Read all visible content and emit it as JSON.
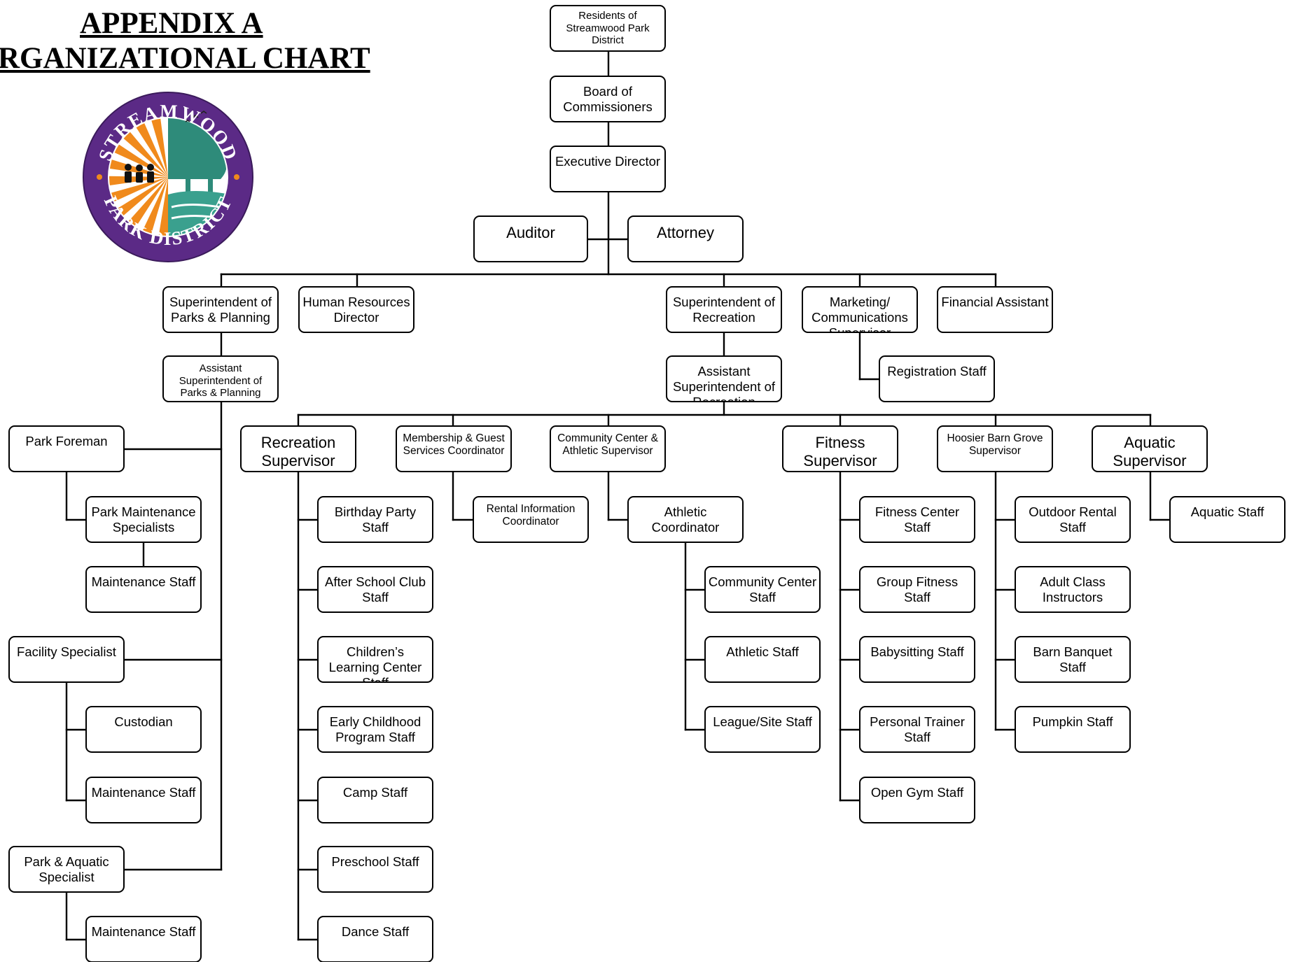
{
  "title": {
    "line1": "APPENDIX A",
    "line2": "RGANIZATIONAL CHART"
  },
  "logo": {
    "text_top": "STREAMWOOD",
    "text_bottom": "PARK DISTRICT",
    "colors": {
      "ring": "#5b2a86",
      "rays": "#f08a1c",
      "tree": "#2e8b7a",
      "water": "#3aa08e"
    }
  },
  "line_color": "#000000",
  "org_chart": {
    "nodes": {
      "residents": [
        "Residents of",
        "Streamwood Park",
        "District"
      ],
      "board": [
        "Board of",
        "Commissioners"
      ],
      "exec": [
        "Executive Director"
      ],
      "auditor": [
        "Auditor"
      ],
      "attorney": [
        "Attorney"
      ],
      "sup_parks": [
        "Superintendent of",
        "Parks & Planning"
      ],
      "hr": [
        "Human Resources",
        "Director"
      ],
      "sup_rec": [
        "Superintendent of",
        "Recreation"
      ],
      "marketing": [
        "Marketing/",
        "Communications",
        "Supervisor"
      ],
      "fin": [
        "Financial Assistant"
      ],
      "asst_parks": [
        "Assistant",
        "Superintendent of",
        "Parks & Planning"
      ],
      "asst_rec": [
        "Assistant",
        "Superintendent of",
        "Recreation"
      ],
      "reg_staff": [
        "Registration Staff"
      ],
      "park_foreman": [
        "Park Foreman"
      ],
      "park_maint_spec": [
        "Park Maintenance",
        "Specialists"
      ],
      "maint_staff_1": [
        "Maintenance Staff"
      ],
      "facility_spec": [
        "Facility Specialist"
      ],
      "custodian": [
        "Custodian"
      ],
      "maint_staff_2": [
        "Maintenance Staff"
      ],
      "park_aquatic_spec": [
        "Park & Aquatic",
        "Specialist"
      ],
      "maint_staff_3": [
        "Maintenance Staff"
      ],
      "rec_sup": [
        "Recreation",
        "Supervisor"
      ],
      "membership": [
        "Membership & Guest",
        "Services Coordinator"
      ],
      "cc_athletic": [
        "Community Center &",
        "Athletic Supervisor"
      ],
      "fitness_sup": [
        "Fitness",
        "Supervisor"
      ],
      "hoosier": [
        "Hoosier Barn Grove",
        "Supervisor"
      ],
      "aquatic_sup": [
        "Aquatic",
        "Supervisor"
      ],
      "birthday": [
        "Birthday Party",
        "Staff"
      ],
      "after_school": [
        "After School Club",
        "Staff"
      ],
      "childrens": [
        "Children’s",
        "Learning Center",
        "Staff"
      ],
      "early_childhood": [
        "Early Childhood",
        "Program Staff"
      ],
      "camp": [
        "Camp Staff"
      ],
      "preschool": [
        "Preschool Staff"
      ],
      "dance": [
        "Dance Staff"
      ],
      "rental_info": [
        "Rental Information",
        "Coordinator"
      ],
      "athletic_coord": [
        "Athletic",
        "Coordinator"
      ],
      "cc_staff": [
        "Community Center",
        "Staff"
      ],
      "athletic_staff": [
        "Athletic Staff"
      ],
      "league": [
        "League/Site Staff"
      ],
      "fitness_center": [
        "Fitness Center",
        "Staff"
      ],
      "group_fitness": [
        "Group Fitness",
        "Staff"
      ],
      "babysitting": [
        "Babysitting Staff"
      ],
      "personal_trainer": [
        "Personal Trainer",
        "Staff"
      ],
      "open_gym": [
        "Open Gym Staff"
      ],
      "outdoor_rental": [
        "Outdoor Rental",
        "Staff"
      ],
      "adult_class": [
        "Adult Class",
        "Instructors"
      ],
      "barn_banquet": [
        "Barn Banquet",
        "Staff"
      ],
      "pumpkin": [
        "Pumpkin Staff"
      ],
      "aquatic_staff": [
        "Aquatic Staff"
      ]
    },
    "edges": [
      [
        "residents",
        "board"
      ],
      [
        "board",
        "exec"
      ],
      [
        "exec",
        "auditor"
      ],
      [
        "exec",
        "attorney"
      ],
      [
        "exec",
        "sup_parks"
      ],
      [
        "exec",
        "hr"
      ],
      [
        "exec",
        "sup_rec"
      ],
      [
        "exec",
        "marketing"
      ],
      [
        "exec",
        "fin"
      ],
      [
        "sup_parks",
        "asst_parks"
      ],
      [
        "sup_rec",
        "asst_rec"
      ],
      [
        "marketing",
        "reg_staff"
      ],
      [
        "asst_parks",
        "park_foreman"
      ],
      [
        "asst_parks",
        "facility_spec"
      ],
      [
        "asst_parks",
        "park_aquatic_spec"
      ],
      [
        "park_foreman",
        "park_maint_spec"
      ],
      [
        "park_maint_spec",
        "maint_staff_1"
      ],
      [
        "facility_spec",
        "custodian"
      ],
      [
        "facility_spec",
        "maint_staff_2"
      ],
      [
        "park_aquatic_spec",
        "maint_staff_3"
      ],
      [
        "asst_rec",
        "rec_sup"
      ],
      [
        "asst_rec",
        "membership"
      ],
      [
        "asst_rec",
        "cc_athletic"
      ],
      [
        "asst_rec",
        "fitness_sup"
      ],
      [
        "asst_rec",
        "hoosier"
      ],
      [
        "asst_rec",
        "aquatic_sup"
      ],
      [
        "rec_sup",
        "birthday"
      ],
      [
        "rec_sup",
        "after_school"
      ],
      [
        "rec_sup",
        "childrens"
      ],
      [
        "rec_sup",
        "early_childhood"
      ],
      [
        "rec_sup",
        "camp"
      ],
      [
        "rec_sup",
        "preschool"
      ],
      [
        "rec_sup",
        "dance"
      ],
      [
        "membership",
        "rental_info"
      ],
      [
        "cc_athletic",
        "athletic_coord"
      ],
      [
        "athletic_coord",
        "cc_staff"
      ],
      [
        "athletic_coord",
        "athletic_staff"
      ],
      [
        "athletic_coord",
        "league"
      ],
      [
        "fitness_sup",
        "fitness_center"
      ],
      [
        "fitness_sup",
        "group_fitness"
      ],
      [
        "fitness_sup",
        "babysitting"
      ],
      [
        "fitness_sup",
        "personal_trainer"
      ],
      [
        "fitness_sup",
        "open_gym"
      ],
      [
        "hoosier",
        "outdoor_rental"
      ],
      [
        "hoosier",
        "adult_class"
      ],
      [
        "hoosier",
        "barn_banquet"
      ],
      [
        "hoosier",
        "pumpkin"
      ],
      [
        "aquatic_sup",
        "aquatic_staff"
      ]
    ]
  }
}
